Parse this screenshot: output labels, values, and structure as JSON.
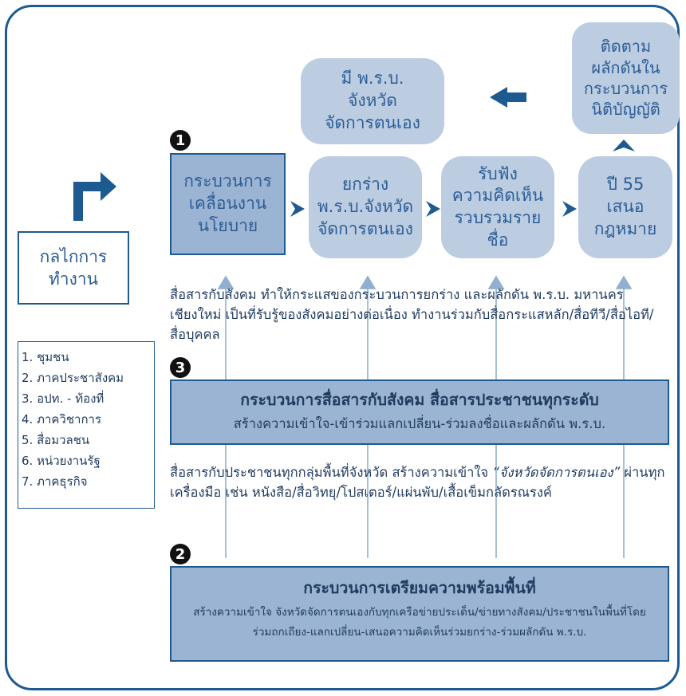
{
  "boxes": {
    "law_enacted": [
      "มี พ.ร.บ.",
      "จังหวัด",
      "จัดการตนเอง"
    ],
    "follow_up": [
      "ติดตาม",
      "ผลักดันใน",
      "กระบวนการ",
      "นิติบัญญัติ"
    ],
    "policy_process": [
      "กระบวนการ",
      "เคลื่อนงาน",
      "นโยบาย"
    ],
    "draft_law": [
      "ยกร่าง",
      "พ.ร.บ.จังหวัด",
      "จัดการตนเอง"
    ],
    "hearing": [
      "รับฟัง",
      "ความคิดเห็น",
      "รวบรวมราย",
      "ชื่อ"
    ],
    "submit_55": [
      "ปี 55",
      "เสนอ",
      "กฎหมาย"
    ]
  },
  "mechanism": [
    "กลไกการ",
    "ทำงาน"
  ],
  "numbers": {
    "one": "1",
    "two": "2",
    "three": "3"
  },
  "para1": "สื่อสารกับสังคม ทำให้กระแสของกระบวนการยกร่าง และผลักดัน พ.ร.บ. มหานครเชียงใหม่ เป็นที่รับรู้ของสังคมอย่างต่อเนื่อง ทำงานร่วมกับสื่อกระแสหลัก/สื่อทีวี/สื่อไอที/สื่อบุคคล",
  "box3": {
    "title": "กระบวนการสื่อสารกับสังคม สื่อสารประชาชนทุกระดับ",
    "subtitle": "สร้างความเข้าใจ-เข้าร่วมแลกเปลี่ยน-ร่วมลงชื่อและผลักดัน พ.ร.บ."
  },
  "para2": {
    "before": "สื่อสารกับประชาชนทุกกลุ่มพื้นที่จังหวัด สร้างความเข้าใจ ",
    "italic": "“จังหวัดจัดการตนเอง”",
    "after": " ผ่านทุกเครื่องมือ เช่น หนังสือ/สื่อวิทยุ/โปสเตอร์/แผ่นพับ/เสื้อเข็มกลัดรณรงค์"
  },
  "box2": {
    "title": "กระบวนการเตรียมความพร้อมพื้นที่",
    "body": "สร้างความเข้าใจ จังหวัดจัดการตนเองกับทุกเครือข่ายประเด็น/ข่ายทางสังคม/ประชาชนในพื้นที่โดยร่วมถกเถียง-แลกเปลี่ยน-เสนอความคิดเห็นร่วมยกร่าง-ร่วมผลักดัน พ.ร.บ."
  },
  "stakeholders": [
    "1. ชุมชน",
    "2. ภาคประชาสังคม",
    "3. อปท. - ท้องที่",
    "4. ภาควิชาการ",
    "5. สื่อมวลชน",
    "6. หน่วยงานรัฐ",
    "7. ภาคธุรกิจ"
  ],
  "colors": {
    "border": "#1d5a8f",
    "pill": "#bccde2",
    "box_fill": "#9cb4d3",
    "text": "#1f3a5f",
    "pill_text": "#2c5d95"
  }
}
